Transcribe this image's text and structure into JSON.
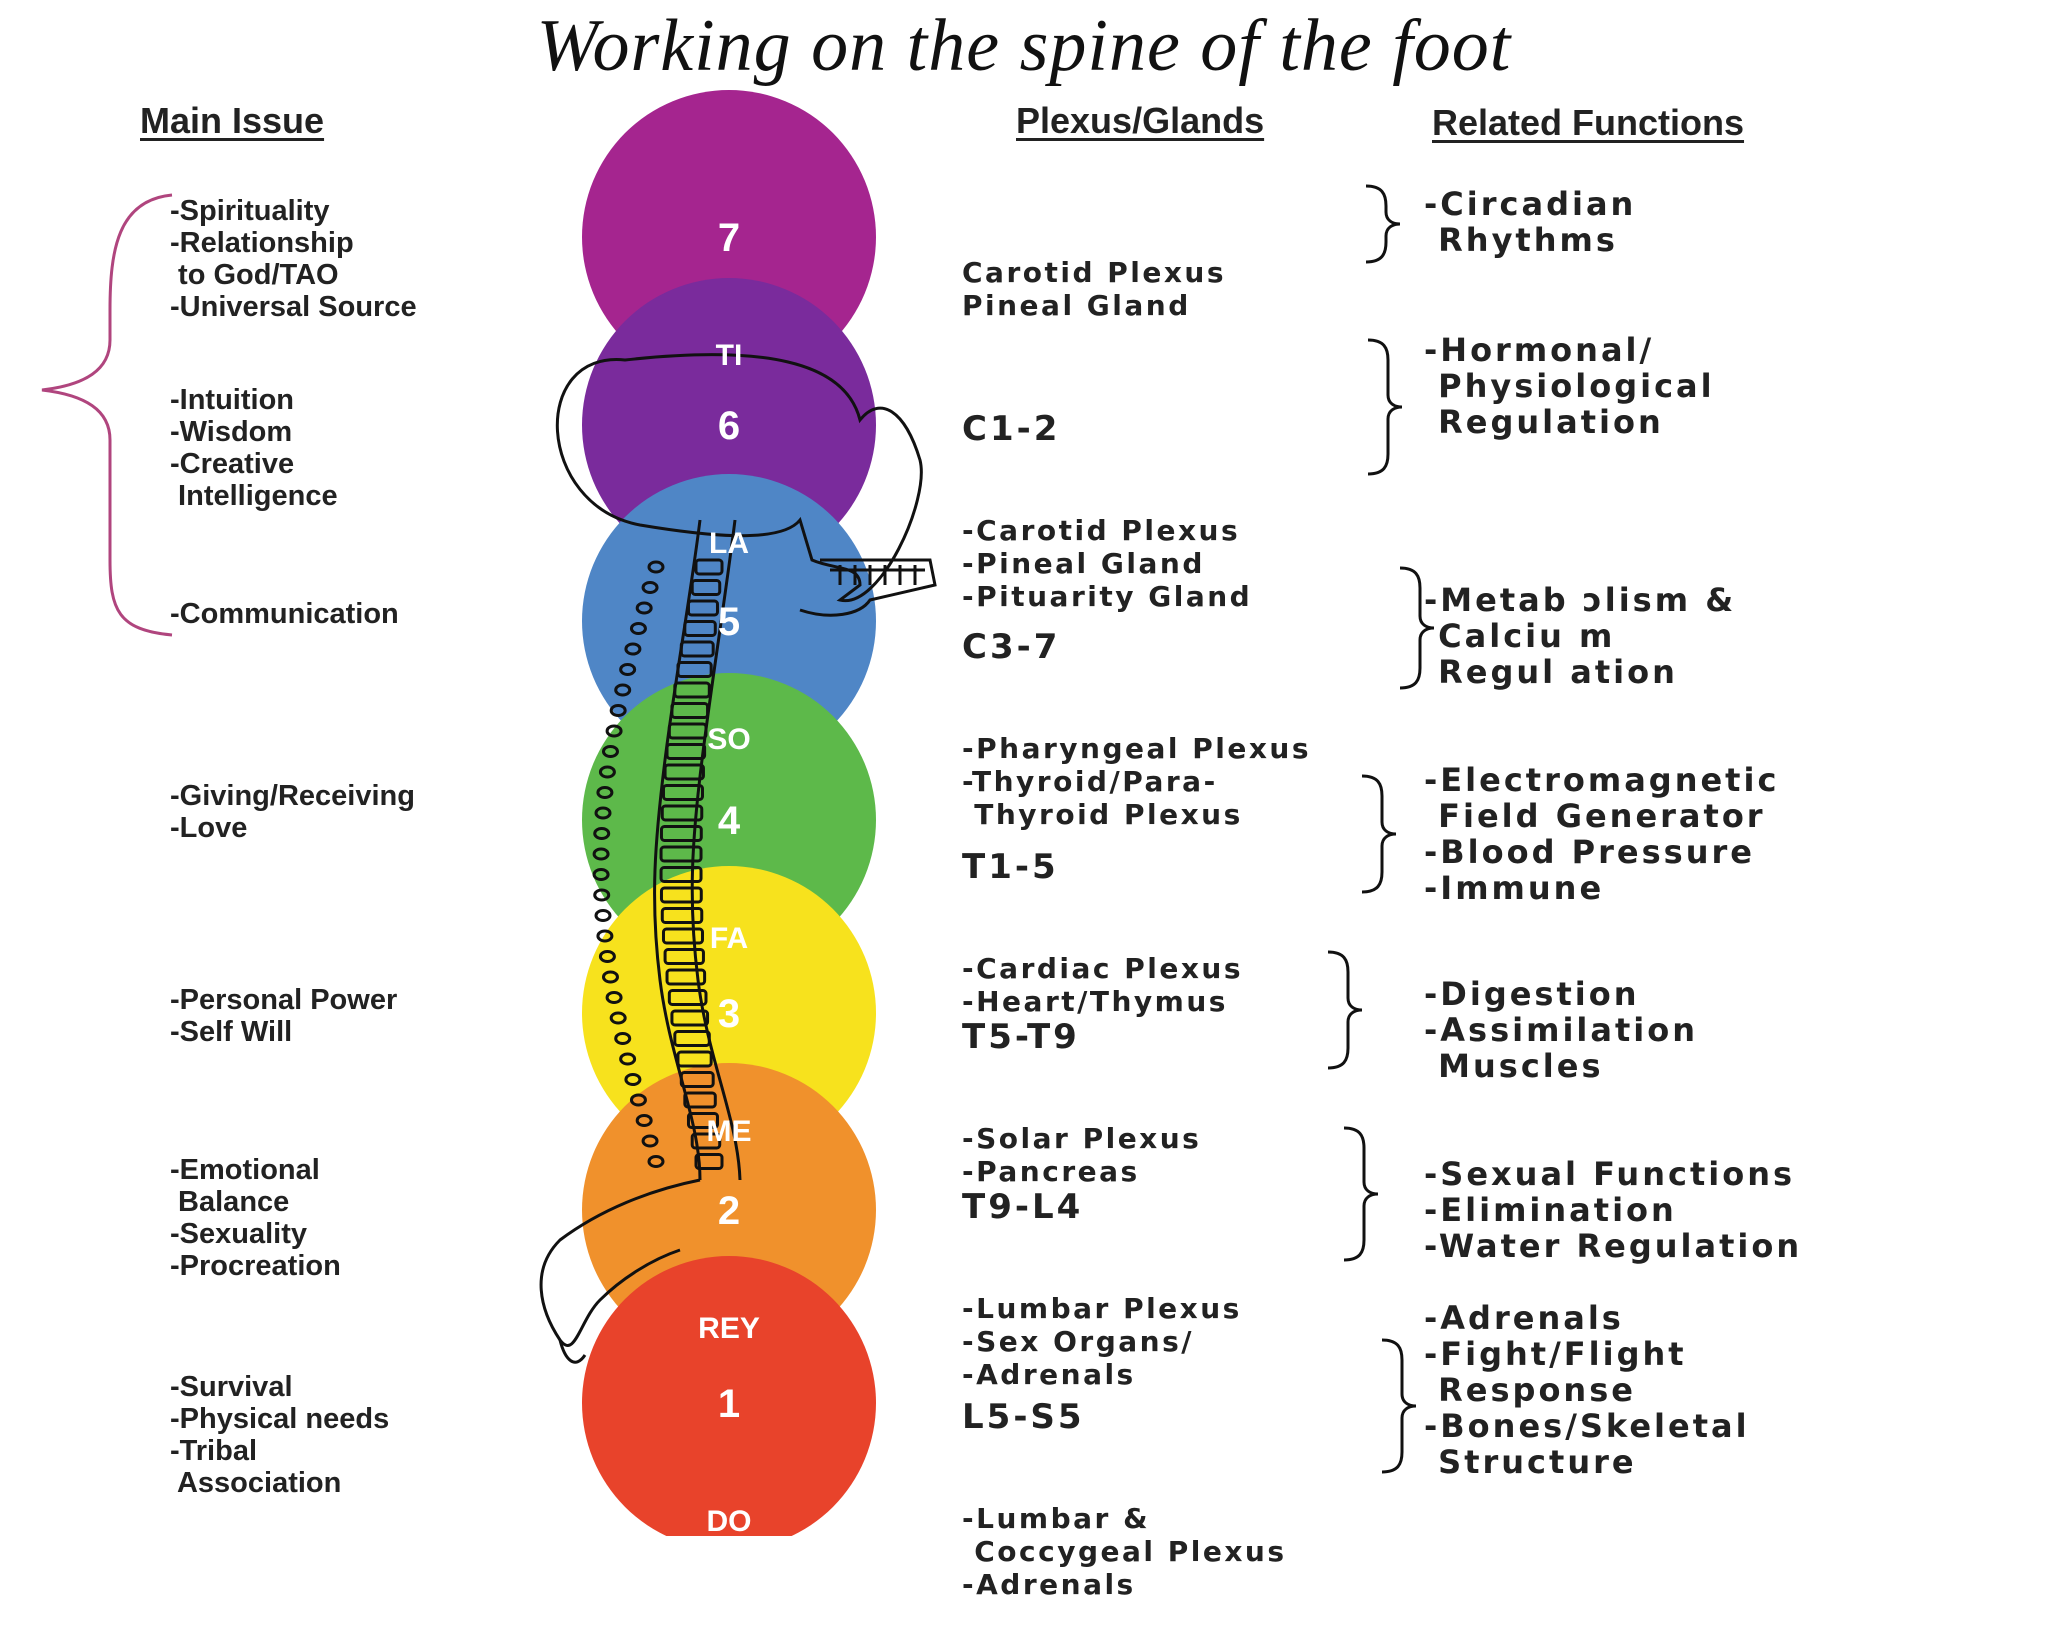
{
  "title": "Working on the spine of the foot",
  "headers": {
    "main_issue": "Main Issue",
    "plexus": "Plexus/Glands",
    "functions": "Related Functions"
  },
  "colors": {
    "chakra_7": "#a5258f",
    "chakra_6": "#7a2b9c",
    "chakra_5": "#4f86c6",
    "chakra_4": "#5db94a",
    "chakra_3": "#f7e21d",
    "chakra_2": "#f0912c",
    "chakra_1": "#e8432b",
    "bracket": "#b0457e"
  },
  "chakras": [
    {
      "number": "7",
      "note": "TI"
    },
    {
      "number": "6",
      "note": "LA"
    },
    {
      "number": "5",
      "note": "SO"
    },
    {
      "number": "4",
      "note": "FA"
    },
    {
      "number": "3",
      "note": "ME"
    },
    {
      "number": "2",
      "note": "REY"
    },
    {
      "number": "1",
      "note": "DO"
    }
  ],
  "main_issues": [
    "-Spirituality\n-Relationship\n to God/TAO\n-Universal Source",
    "-Intuition\n-Wisdom\n-Creative\n Intelligence",
    "-Communication",
    "-Giving/Receiving\n-Love",
    "-Personal Power\n-Self Will",
    "-Emotional\n Balance\n-Sexuality\n-Procreation",
    "-Survival\n-Physical needs\n-Tribal\n Association"
  ],
  "plexus": [
    {
      "head": "",
      "body": "Carotid Plexus\nPineal Gland"
    },
    {
      "head": "C1-2",
      "body": "-Carotid Plexus\n-Pineal Gland\n-Pituarity Gland"
    },
    {
      "head": "C3-7",
      "body": "-Pharyngeal Plexus\n-Thyroid/Para-\n Thyroid Plexus"
    },
    {
      "head": "T1-5",
      "body": "-Cardiac Plexus\n-Heart/Thymus"
    },
    {
      "head": "T5-T9",
      "body": "-Solar Plexus\n-Pancreas"
    },
    {
      "head": "T9-L4",
      "body": "-Lumbar Plexus\n-Sex Organs/\n-Adrenals"
    },
    {
      "head": "L5-S5",
      "body": "-Lumbar &\n Coccygeal Plexus\n-Adrenals"
    }
  ],
  "functions": [
    "-Circadian\n Rhythms",
    "-Hormonal/\n Physiological\n Regulation",
    "-Metab ɔlism &\n Calciu m\n Regul ation",
    "-Electromagnetic\n Field Generator\n-Blood Pressure\n-Immune",
    "-Digestion\n-Assimilation\n Muscles",
    "-Sexual Functions\n-Elimination\n-Water Regulation",
    "-Adrenals\n-Fight/Flight\n Response\n-Bones/Skeletal\n Structure"
  ]
}
